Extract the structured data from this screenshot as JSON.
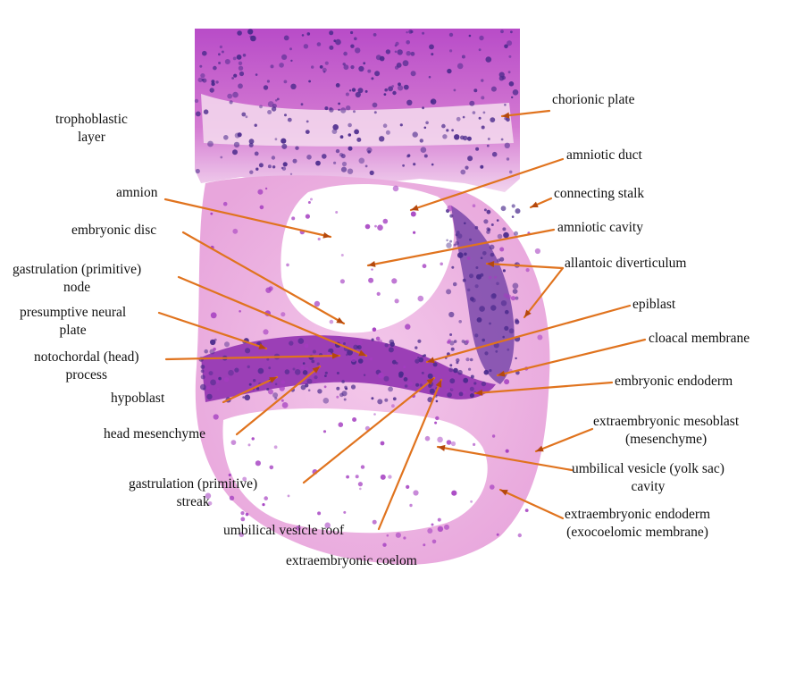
{
  "colors": {
    "arrow": "#e0731e",
    "arrow_dark": "#b5480c",
    "stain_dark": "#4a2a8c",
    "stain_mid": "#a33cc0",
    "stain_pink": "#e59ad7",
    "stain_light": "#f6dff0",
    "background": "#ffffff"
  },
  "image": {
    "name": "histological-section",
    "stain": "H&E"
  },
  "labels": {
    "trophoblastic_layer": "trophoblastic\nlayer",
    "amnion": "amnion",
    "embryonic_disc": "embryonic disc",
    "gastrulation_node": "gastrulation (primitive)\nnode",
    "presumptive_neural_plate": "presumptive neural\nplate",
    "notochordal_process": "notochordal (head)\nprocess",
    "hypoblast": "hypoblast",
    "head_mesenchyme": "head mesenchyme",
    "gastrulation_streak": "gastrulation (primitive)\nstreak",
    "umbilical_vesicle_roof": "umbilical vesicle roof",
    "extraembryonic_coelom": "extraembryonic coelom",
    "chorionic_plate": "chorionic plate",
    "amniotic_duct": "amniotic duct",
    "connecting_stalk": "connecting stalk",
    "amniotic_cavity": "amniotic cavity",
    "allantoic_diverticulum": "allantoic diverticulum",
    "epiblast": "epiblast",
    "cloacal_membrane": "cloacal membrane",
    "embryonic_endoderm": "embryonic endoderm",
    "extraembryonic_mesoblast": "extraembryonic mesoblast\n(mesenchyme)",
    "umbilical_vesicle_cavity": "umbilical vesicle (yolk sac)\ncavity",
    "extraembryonic_endoderm": "extraembryonic endoderm\n(exocoelomic membrane)"
  }
}
